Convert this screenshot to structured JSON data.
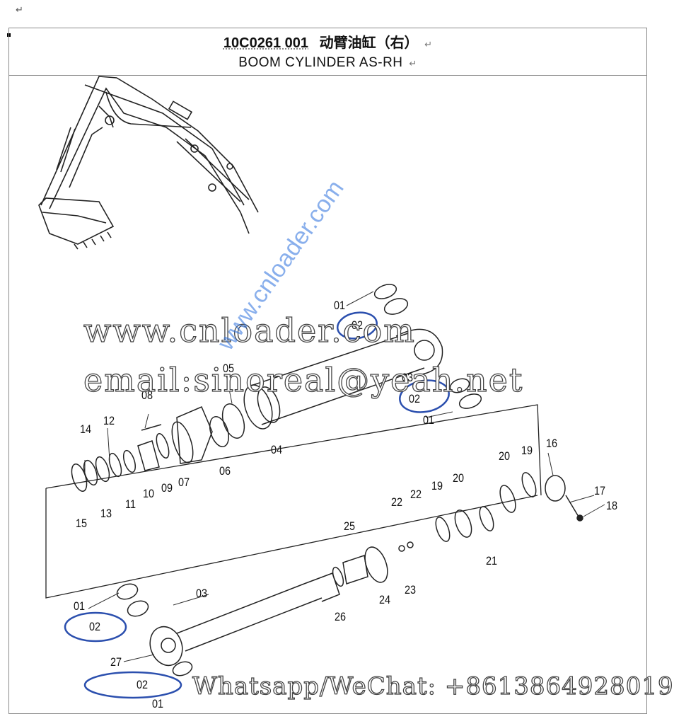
{
  "paragraph_mark": "↵",
  "title": {
    "code": "10C0261 001",
    "chinese": "动臂油缸（右）",
    "english": "BOOM CYLINDER AS-RH",
    "return_mark": "↵"
  },
  "part_labels": {
    "p01a": "01",
    "p02a": "02",
    "p02b": "02",
    "p01b": "01",
    "p03a": "03",
    "p04": "04",
    "p05": "05",
    "p06": "06",
    "p07": "07",
    "p08": "08",
    "p09": "09",
    "p10": "10",
    "p11": "11",
    "p12": "12",
    "p13": "13",
    "p14": "14",
    "p15": "15",
    "p16": "16",
    "p17": "17",
    "p18": "18",
    "p19a": "19",
    "p19b": "19",
    "p20a": "20",
    "p20b": "20",
    "p21": "21",
    "p22a": "22",
    "p22b": "22",
    "p23": "23",
    "p24": "24",
    "p25": "25",
    "p26": "26",
    "p27": "27",
    "p01c": "01",
    "p02c": "02",
    "p03b": "03",
    "p02d": "02",
    "p01d": "01"
  },
  "watermarks": {
    "website": "www.cnloader.com",
    "email": "email:sinoreal@yeah.net",
    "diagonal": "www.cnloader.com",
    "contact": "Whatsapp/WeChat:  +8613864928019"
  },
  "highlight_color": "#2b4fae"
}
